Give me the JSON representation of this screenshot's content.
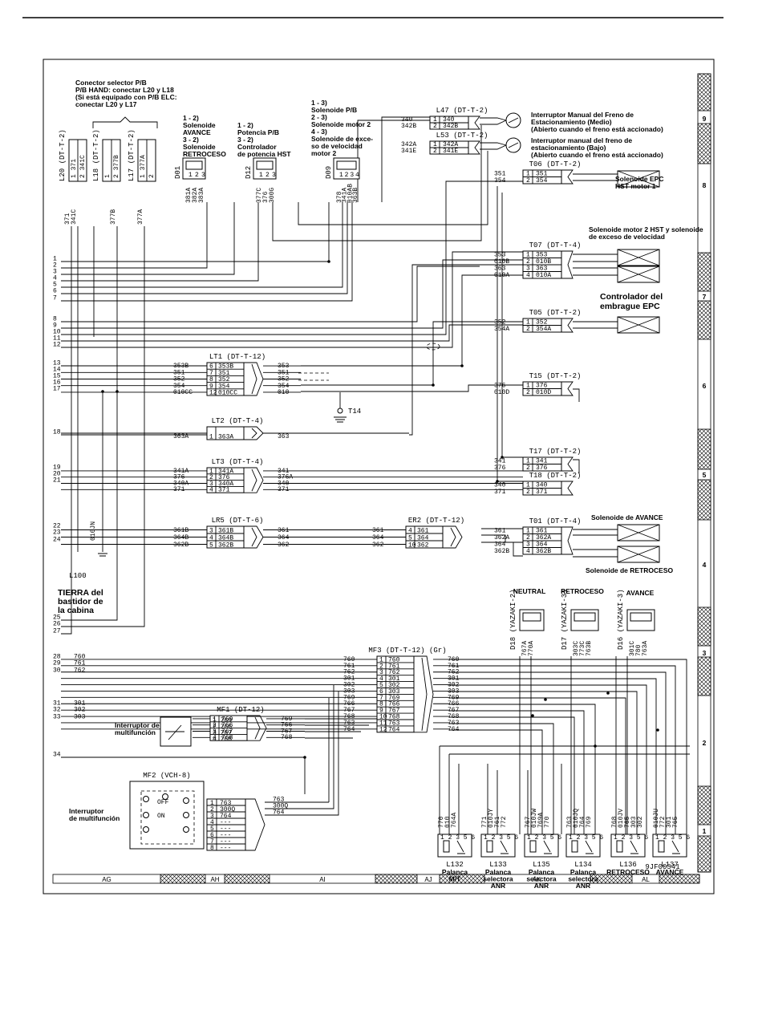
{
  "diagram_code": "9JF00541",
  "left_wire_numbers": [
    "1",
    "2",
    "3",
    "4",
    "5",
    "6",
    "7",
    "8",
    "9",
    "10",
    "11",
    "12",
    "13",
    "14",
    "15",
    "16",
    "17",
    "18",
    "19",
    "20",
    "21",
    "22",
    "23",
    "24",
    "25",
    "26",
    "27",
    "28",
    "29",
    "30",
    "31",
    "32",
    "33",
    "34"
  ],
  "grid_columns": [
    "AG",
    "AH",
    "AI",
    "AJ",
    "AK",
    "AL"
  ],
  "grid_rows": [
    "9",
    "8",
    "7",
    "6",
    "5",
    "4",
    "3",
    "2",
    "1"
  ],
  "left_in_wires": {
    "28": "760",
    "29": "761",
    "30": "762",
    "31": "301",
    "32": "302",
    "33": "303"
  },
  "notes": {
    "pb_selector": [
      "Conector selector P/B",
      "P/B HAND: conectar L20 y L18",
      "(Si está equipado con P/B ELC:",
      "conectar L20 y L17"
    ],
    "d01": [
      "1 - 2)",
      "Solenoide",
      "AVANCE",
      "3 - 2)",
      "Solenoide",
      "RETROCESO"
    ],
    "d12": [
      "1 - 2)",
      "Potencia P/B",
      "3 - 2)",
      "Controlador",
      "de potencia HST"
    ],
    "d09": [
      "1 - 3)",
      "Solenoide P/B",
      "2 - 3)",
      "Solenoide motor 2",
      "4 - 3)",
      "Solenoide de exce-",
      "so de velocidad",
      "motor 2"
    ],
    "l47": [
      "Interruptor Manual del Freno de",
      "Estacionamiento (Medio)",
      "(Abierto cuando el freno está accionado)"
    ],
    "l53": [
      "Interruptor manual del freno de",
      "estacionamiento (Bajo)",
      "(Abierto cuando el freno está accionado)"
    ],
    "t06": [
      "Solenoide EPC",
      "HST motor 1"
    ],
    "t07": [
      "Solenoide motor 2 HST y solenoide",
      "de exceso de velocidad"
    ],
    "t05": [
      "Controlador del",
      "embrague EPC"
    ],
    "avance": "Solenoide de AVANCE",
    "retroceso": "Solenoide de RETROCESO",
    "ground": [
      "TIERRA del",
      "bastidor de",
      "la cabina"
    ],
    "mf1": [
      "Interruptor de",
      "multifunción"
    ],
    "mf2": [
      "Interruptor",
      "de multifunción"
    ],
    "switch_labels": [
      "NEUTRAL",
      "RETROCESO",
      "AVANCE"
    ]
  },
  "connectors": {
    "L20": {
      "title": "L20 (DT-T-2)",
      "pins": [
        "1 371",
        "2 341C"
      ],
      "wires": [
        "371",
        "341C"
      ]
    },
    "L18": {
      "title": "L18 (DT-T-2)",
      "pins": [
        "1",
        "2 377B"
      ],
      "wires": [
        "377B"
      ]
    },
    "L17": {
      "title": "L17 (DT-T-2)",
      "pins": [
        "1 377A",
        "2"
      ],
      "wires": [
        "377A"
      ]
    },
    "D01": {
      "title": "D01",
      "wires": [
        "381A",
        "382A",
        "383A"
      ]
    },
    "D12": {
      "title": "D12",
      "wires": [
        "377C",
        "376",
        "300G"
      ]
    },
    "D09": {
      "title": "D09",
      "wires": [
        "378",
        "341A",
        "010AB",
        "363B"
      ]
    },
    "L47": {
      "title": "L47 (DT-T-2)",
      "rows": [
        [
          "1",
          "340"
        ],
        [
          "2",
          "342B"
        ]
      ],
      "in": [
        "340",
        "342B"
      ]
    },
    "L53": {
      "title": "L53 (DT-T-2)",
      "rows": [
        [
          "1",
          "342A"
        ],
        [
          "2",
          "341E"
        ]
      ],
      "in": [
        "342A",
        "341E"
      ]
    },
    "T06": {
      "title": "T06 (DT-T-2)",
      "rows": [
        [
          "1",
          "351"
        ],
        [
          "2",
          "354"
        ]
      ],
      "in": [
        "351",
        "354"
      ]
    },
    "T07": {
      "title": "T07 (DT-T-4)",
      "rows": [
        [
          "1",
          "353"
        ],
        [
          "2",
          "010B"
        ],
        [
          "3",
          "363"
        ],
        [
          "4",
          "010A"
        ]
      ],
      "in": [
        "353",
        "010B",
        "363",
        "010A"
      ]
    },
    "T05": {
      "title": "T05 (DT-T-2)",
      "rows": [
        [
          "1",
          "352"
        ],
        [
          "2",
          "354A"
        ]
      ],
      "in": [
        "352",
        "354A"
      ]
    },
    "T15": {
      "title": "T15 (DT-T-2)",
      "rows": [
        [
          "1",
          "376"
        ],
        [
          "2",
          "010D"
        ]
      ],
      "in": [
        "376",
        "010D"
      ]
    },
    "T17": {
      "title": "T17 (DT-T-2)",
      "rows": [
        [
          "1",
          "341"
        ],
        [
          "2",
          "376"
        ]
      ],
      "in": [
        "341",
        "376"
      ]
    },
    "T18": {
      "title": "T18 (DT-T-2)",
      "rows": [
        [
          "1",
          "340"
        ],
        [
          "2",
          "371"
        ]
      ],
      "in": [
        "340",
        "371"
      ]
    },
    "T01": {
      "title": "T01 (DT-T-4)",
      "rows": [
        [
          "1",
          "361"
        ],
        [
          "2",
          "362A"
        ],
        [
          "3",
          "364"
        ],
        [
          "4",
          "362B"
        ]
      ],
      "in": [
        "361",
        "362A",
        "364",
        "362B"
      ]
    },
    "T14": {
      "title": "T14"
    },
    "L100": {
      "title": "L100",
      "wire": "010JN"
    },
    "LT1": {
      "title": "LT1 (DT-T-12)",
      "rows": [
        [
          "6",
          "353B"
        ],
        [
          "7",
          "351"
        ],
        [
          "8",
          "352"
        ],
        [
          "9",
          "354"
        ],
        [
          "12",
          "010CC"
        ]
      ],
      "in": [
        "353B",
        "351",
        "352",
        "354",
        "010CC"
      ],
      "out": [
        "353",
        "351",
        "352",
        "354",
        "010"
      ]
    },
    "LT2": {
      "title": "LT2 (DT-T-4)",
      "rows": [
        [
          "1",
          "363A"
        ]
      ],
      "in": [
        "363A"
      ],
      "out": [
        "363"
      ]
    },
    "LT3": {
      "title": "LT3 (DT-T-4)",
      "rows": [
        [
          "1",
          "341A"
        ],
        [
          "2",
          "376"
        ],
        [
          "3",
          "340A"
        ],
        [
          "4",
          "371"
        ]
      ],
      "in": [
        "341A",
        "376",
        "340A",
        "371"
      ],
      "out": [
        "341",
        "376A",
        "340",
        "371"
      ]
    },
    "LR5": {
      "title": "LR5 (DT-T-6)",
      "rows": [
        [
          "3",
          "361B"
        ],
        [
          "4",
          "364B"
        ],
        [
          "5",
          "362B"
        ]
      ],
      "in": [
        "361B",
        "364B",
        "362B"
      ],
      "out": [
        "361",
        "364",
        "362"
      ]
    },
    "ER2": {
      "title": "ER2 (DT-T-12)",
      "rows": [
        [
          "4",
          "361"
        ],
        [
          "5",
          "364"
        ],
        [
          "10",
          "362"
        ]
      ],
      "in": [
        "361",
        "364",
        "362"
      ]
    },
    "MF3": {
      "title": "MF3 (DT-T-12) (Gr)",
      "rows": [
        [
          "1",
          "760"
        ],
        [
          "2",
          "761"
        ],
        [
          "3",
          "762"
        ],
        [
          "4",
          "301"
        ],
        [
          "5",
          "302"
        ],
        [
          "6",
          "303"
        ],
        [
          "7",
          "769"
        ],
        [
          "8",
          "766"
        ],
        [
          "9",
          "767"
        ],
        [
          "10",
          "768"
        ],
        [
          "11",
          "763"
        ],
        [
          "12",
          "764"
        ]
      ],
      "in": [
        "760",
        "761",
        "762",
        "301",
        "302",
        "303",
        "769",
        "766",
        "767",
        "768",
        "763",
        "764"
      ],
      "out": [
        "760",
        "761",
        "762",
        "301",
        "302",
        "303",
        "769",
        "766",
        "767",
        "768",
        "763",
        "764"
      ]
    },
    "MF1": {
      "title": "MF1 (DT-12)",
      "rows": [
        [
          "1",
          "769"
        ],
        [
          "2",
          "766"
        ],
        [
          "3",
          "767"
        ],
        [
          "4",
          "768"
        ]
      ],
      "out": [
        "769",
        "766",
        "767",
        "768"
      ]
    },
    "MF2": {
      "title": "MF2 (VCH-8)",
      "rows": [
        [
          "1",
          "763"
        ],
        [
          "2",
          "300Q"
        ],
        [
          "3",
          "764"
        ],
        [
          "4",
          "---"
        ],
        [
          "5",
          "---"
        ],
        [
          "6",
          "---"
        ],
        [
          "7",
          "---"
        ],
        [
          "8",
          "---"
        ]
      ],
      "out": [
        "763",
        "300Q",
        "764"
      ]
    },
    "D18": {
      "title": "D18 (YAZAKI-2)",
      "wires": [
        "767A",
        "770A"
      ]
    },
    "D17": {
      "title": "D17 (YAZAKI-3)",
      "wires": [
        "303C",
        "773C",
        "763B"
      ]
    },
    "D16": {
      "title": "D16 (YAZAKI-3)",
      "wires": [
        "301C",
        "780",
        "763A"
      ]
    }
  },
  "relays": [
    {
      "id": "L132",
      "names": [
        "Palanca",
        "M/T"
      ],
      "wires": [
        "770",
        "010",
        "764A"
      ]
    },
    {
      "id": "L133",
      "names": [
        "Palanca",
        "selectora",
        "ANR"
      ],
      "wires": [
        "771",
        "010JY",
        "761",
        "772"
      ]
    },
    {
      "id": "L135",
      "names": [
        "Palanca",
        "selectora",
        "ANR"
      ],
      "wires": [
        "767",
        "010JW",
        "769A",
        "770"
      ]
    },
    {
      "id": "L134",
      "names": [
        "Palanca",
        "selectora",
        "ANR"
      ],
      "wires": [
        "763",
        "010JQ",
        "764",
        "769"
      ]
    },
    {
      "id": "L136",
      "names": [
        "RETROCESO"
      ],
      "wires": [
        "768",
        "010JV",
        "765",
        "303",
        "302"
      ]
    },
    {
      "id": "L137",
      "names": [
        "AVANCE"
      ],
      "wires": [
        "010JU",
        "772",
        "301",
        "765"
      ]
    }
  ]
}
